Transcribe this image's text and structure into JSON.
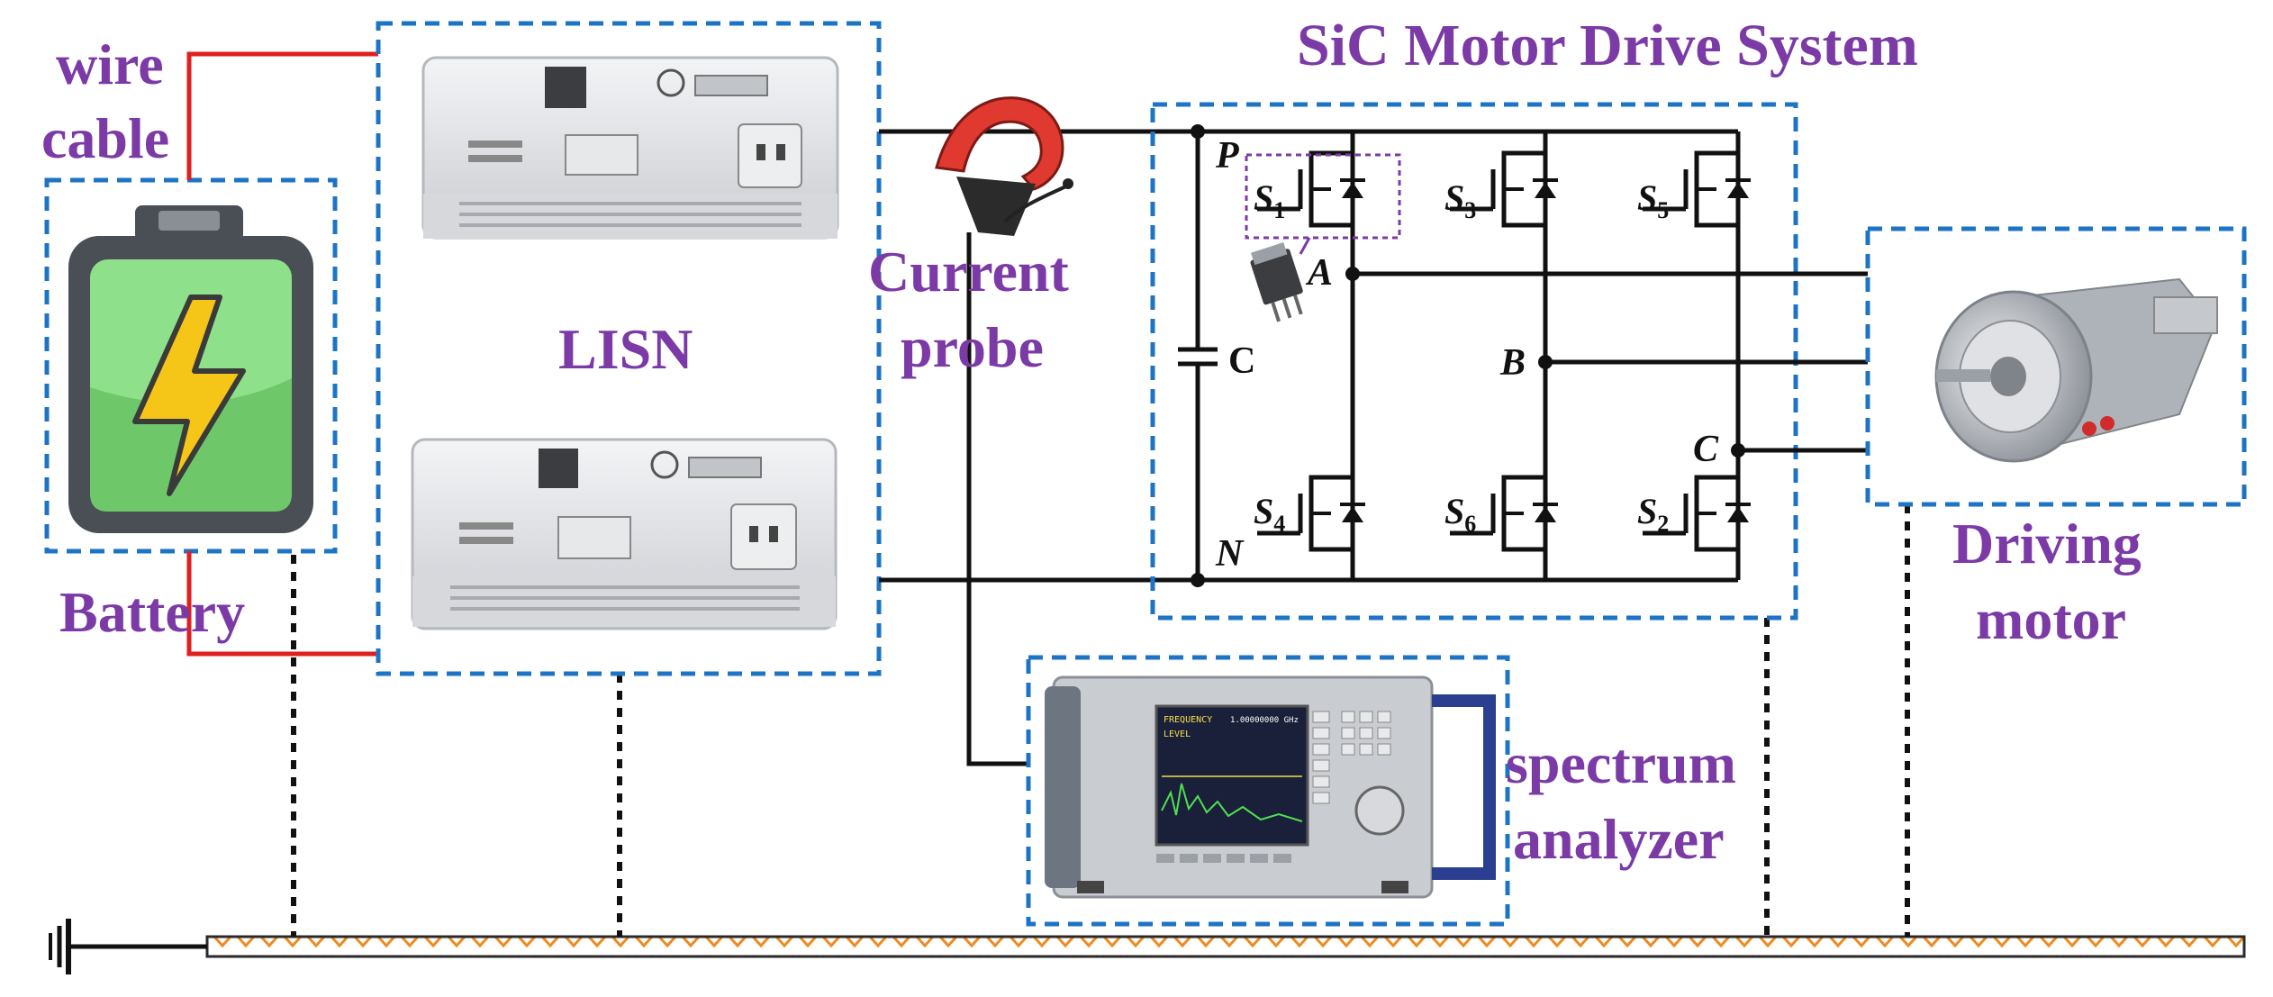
{
  "labels": {
    "wire": "wire",
    "cable": "cable",
    "battery": "Battery",
    "lisn": "LISN",
    "current": "Current",
    "probe": "probe",
    "system_title": "SiC Motor Drive System",
    "driving": "Driving",
    "motor": "motor",
    "spectrum": "spectrum",
    "analyzer": "analyzer"
  },
  "nodes": {
    "p": "P",
    "n": "N",
    "a": "A",
    "b": "B",
    "c_node": "C",
    "cap": "C"
  },
  "switches": [
    {
      "s": "S",
      "sub": "1"
    },
    {
      "s": "S",
      "sub": "3"
    },
    {
      "s": "S",
      "sub": "5"
    },
    {
      "s": "S",
      "sub": "4"
    },
    {
      "s": "S",
      "sub": "6"
    },
    {
      "s": "S",
      "sub": "2"
    }
  ],
  "analyzer_screen": {
    "line1": "FREQUENCY",
    "line2": "LEVEL",
    "freq_value": "1.00000000 GHz"
  },
  "colors": {
    "box_dash": "#1e74c4",
    "label": "#7b3aa6",
    "wire_red": "#e02020",
    "ground_stripe": "#f08a1e",
    "battery_fill": "#8fe08a",
    "battery_frame": "#4a4f55",
    "bolt": "#f5c518"
  }
}
